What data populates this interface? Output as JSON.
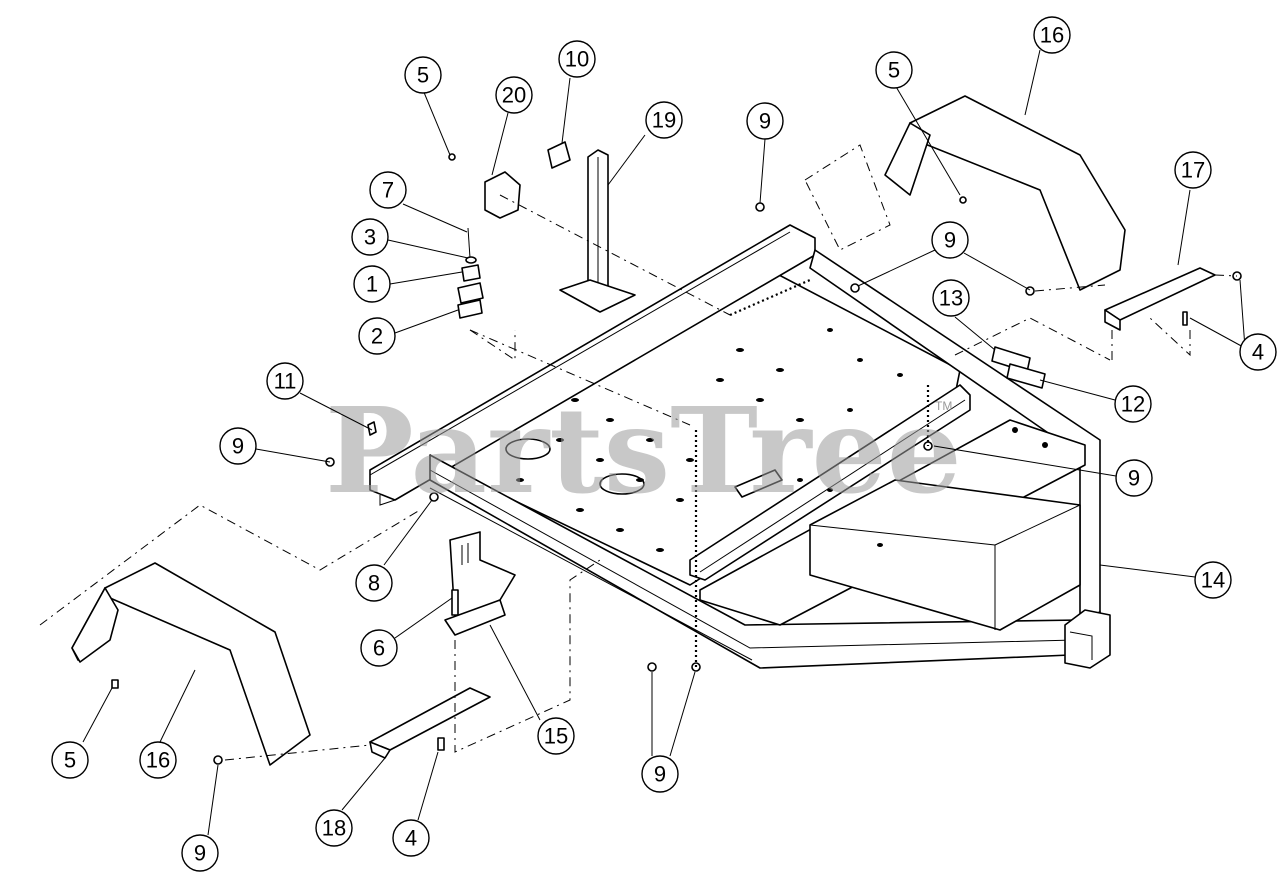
{
  "watermark": {
    "text": "PartsTree",
    "trademark": "TM"
  },
  "colors": {
    "line": "#000000",
    "background": "#ffffff",
    "watermark": "#9a9a9a"
  },
  "callouts": [
    {
      "label": "1"
    },
    {
      "label": "2"
    },
    {
      "label": "3"
    },
    {
      "label": "4"
    },
    {
      "label": "4"
    },
    {
      "label": "5"
    },
    {
      "label": "5"
    },
    {
      "label": "5"
    },
    {
      "label": "6"
    },
    {
      "label": "7"
    },
    {
      "label": "8"
    },
    {
      "label": "9"
    },
    {
      "label": "9"
    },
    {
      "label": "9"
    },
    {
      "label": "9"
    },
    {
      "label": "9"
    },
    {
      "label": "9"
    },
    {
      "label": "10"
    },
    {
      "label": "11"
    },
    {
      "label": "12"
    },
    {
      "label": "13"
    },
    {
      "label": "14"
    },
    {
      "label": "15"
    },
    {
      "label": "16"
    },
    {
      "label": "16"
    },
    {
      "label": "17"
    },
    {
      "label": "18"
    },
    {
      "label": "19"
    },
    {
      "label": "20"
    }
  ]
}
